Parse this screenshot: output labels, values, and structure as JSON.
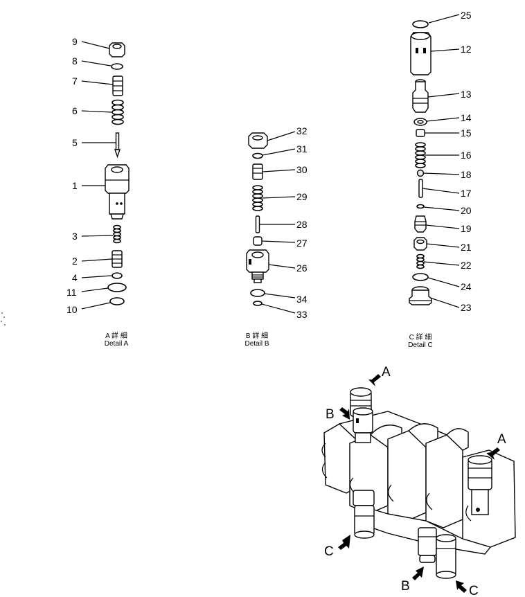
{
  "details": [
    {
      "id": "A",
      "caption_jp": "A 詳 細",
      "caption_en": "Detail A"
    },
    {
      "id": "B",
      "caption_jp": "B 詳 細",
      "caption_en": "Detail B"
    },
    {
      "id": "C",
      "caption_jp": "C 詳 細",
      "caption_en": "Detail C"
    }
  ],
  "part_numbers": {
    "p1": "1",
    "p2": "2",
    "p3": "3",
    "p4": "4",
    "p5": "5",
    "p6": "6",
    "p7": "7",
    "p8": "8",
    "p9": "9",
    "p10": "10",
    "p11": "11",
    "p12": "12",
    "p13": "13",
    "p14": "14",
    "p15": "15",
    "p16": "16",
    "p17": "17",
    "p18": "18",
    "p19": "19",
    "p20": "20",
    "p21": "21",
    "p22": "22",
    "p23": "23",
    "p24": "24",
    "p25": "25",
    "p26": "26",
    "p27": "27",
    "p28": "28",
    "p29": "29",
    "p30": "30",
    "p31": "31",
    "p32": "32",
    "p33": "33",
    "p34": "34"
  },
  "view_labels": {
    "a_top": "A",
    "a_right": "A",
    "b_left": "B",
    "b_bottom": "B",
    "c_left": "C",
    "c_bottom": "C"
  }
}
